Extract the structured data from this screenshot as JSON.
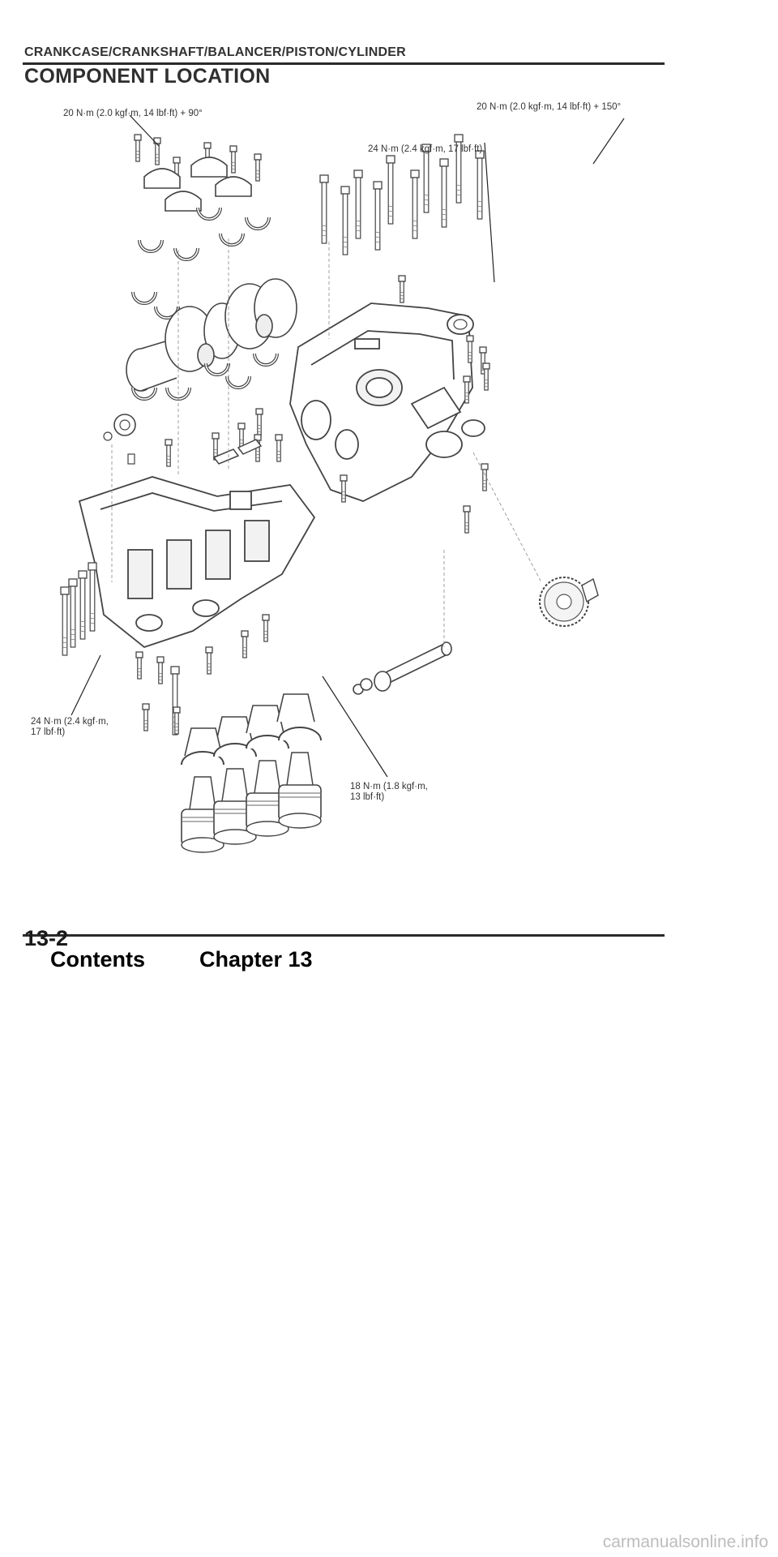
{
  "header": {
    "section": "CRANKCASE/CRANKSHAFT/BALANCER/PISTON/CYLINDER",
    "title": "COMPONENT LOCATION"
  },
  "figure": {
    "callouts": [
      {
        "id": "c1",
        "text": "20 N·m (2.0 kgf·m, 14 lbf·ft) + 90°"
      },
      {
        "id": "c2",
        "text": "20 N·m (2.0 kgf·m, 14 lbf·ft) + 150°"
      },
      {
        "id": "c3",
        "text": "24 N·m (2.4 kgf·m, 17 lbf·ft)"
      },
      {
        "id": "c4",
        "line1": "24 N·m (2.4 kgf·m,",
        "line2": "17 lbf·ft)"
      },
      {
        "id": "c5",
        "line1": "18 N·m (1.8 kgf·m,",
        "line2": "13 lbf·ft)"
      }
    ]
  },
  "footer": {
    "page_number": "13-2",
    "contents_link": "Contents",
    "chapter_link": "Chapter 13"
  },
  "watermark": "carmanualsonline.info"
}
